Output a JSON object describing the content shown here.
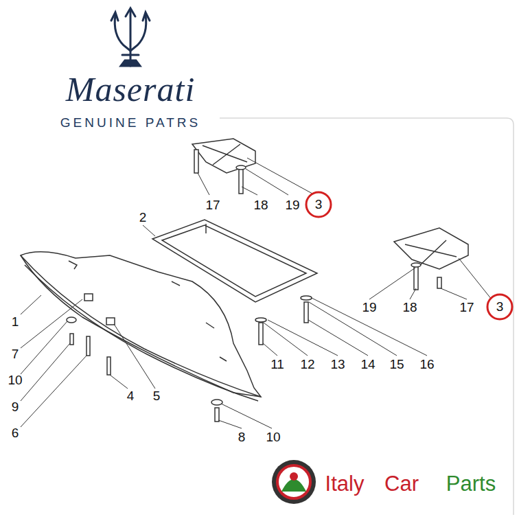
{
  "diagram": {
    "nodes": [
      {
        "text": [
          "3"
        ]
      },
      {
        "text": [
          "3"
        ]
      }
    ],
    "labels": [
      "Maserati",
      "GENUINE PATRS",
      "17",
      "18",
      "19",
      "2",
      "1",
      "7",
      "19",
      "18",
      "17",
      "10",
      "9",
      "6",
      "4",
      "5",
      "11",
      "12",
      "13",
      "14",
      "15",
      "16",
      "8",
      "10",
      "Italy",
      "Car",
      "Parts"
    ]
  }
}
